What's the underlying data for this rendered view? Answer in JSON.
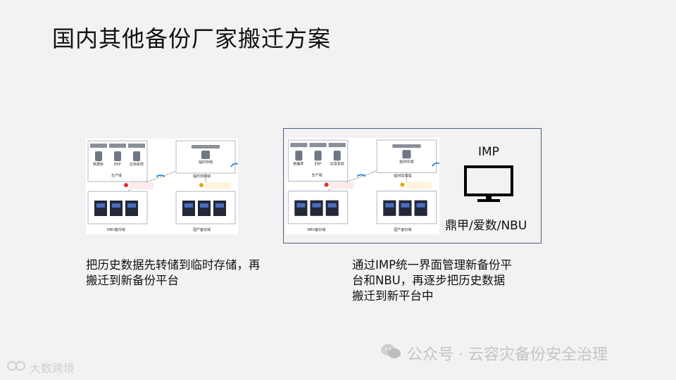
{
  "slide": {
    "title": "国内其他备份厂家搬迁方案"
  },
  "diagram": {
    "zone_production": "生产域",
    "zone_temp": "临时存储域",
    "zone_nbu": "NBU备份域",
    "zone_domestic": "国产备份域",
    "db_labels": [
      "数据库",
      "ERP",
      "应用系统"
    ],
    "temp_label": "临时存储"
  },
  "imp_panel": {
    "label": "IMP",
    "vendors": "鼎甲/爱数/NBU"
  },
  "descriptions": {
    "left": "把历史数据先转储到临时存储，再搬迁到新备份平台",
    "right": "通过IMP统一界面管理新备份平台和NBU，再逐步把历史数据搬迁到新平台中"
  },
  "watermark": {
    "text": "公众号 · 云容灾备份安全治理"
  },
  "corner_logo": {
    "text": "大数跨境"
  },
  "colors": {
    "background": "#f2f2f2",
    "frame_border": "#4a5f8a",
    "step_red": "#d9342b",
    "step_yellow": "#e8a317",
    "arrow_blue": "#3d8fd6"
  }
}
